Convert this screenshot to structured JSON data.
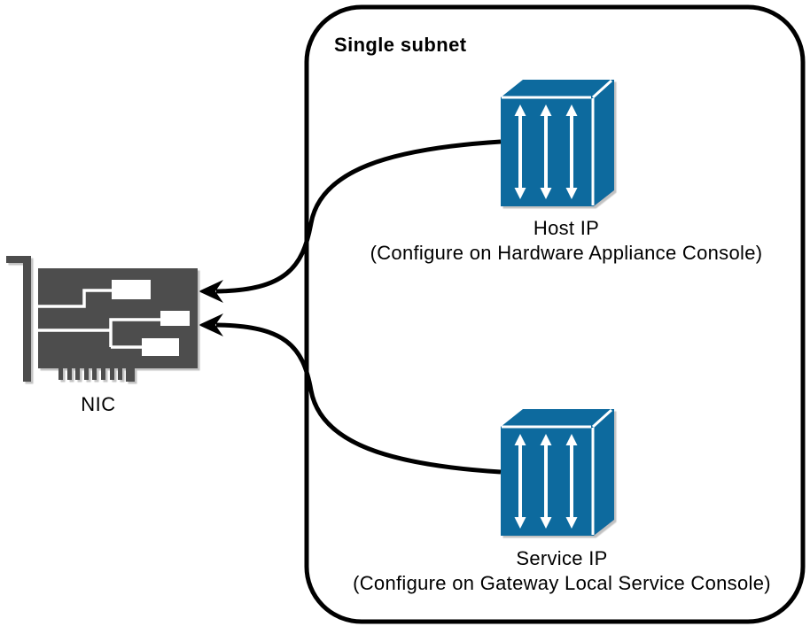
{
  "subnet": {
    "label": "Single subnet"
  },
  "nodes": {
    "host": {
      "title": "Host IP",
      "subtitle": "(Configure on Hardware Appliance Console)"
    },
    "service": {
      "title": "Service IP",
      "subtitle": "(Configure on Gateway Local Service Console)"
    }
  },
  "nic": {
    "label": "NIC"
  },
  "colors": {
    "node_fill": "#0b6a9e",
    "arrow_fill": "#ffffff",
    "face_gap": "#ffffff",
    "trace": "#ffffff",
    "nic_fill": "#4d4d4d",
    "stroke": "#000000",
    "shadow": "#c2c2c2"
  }
}
